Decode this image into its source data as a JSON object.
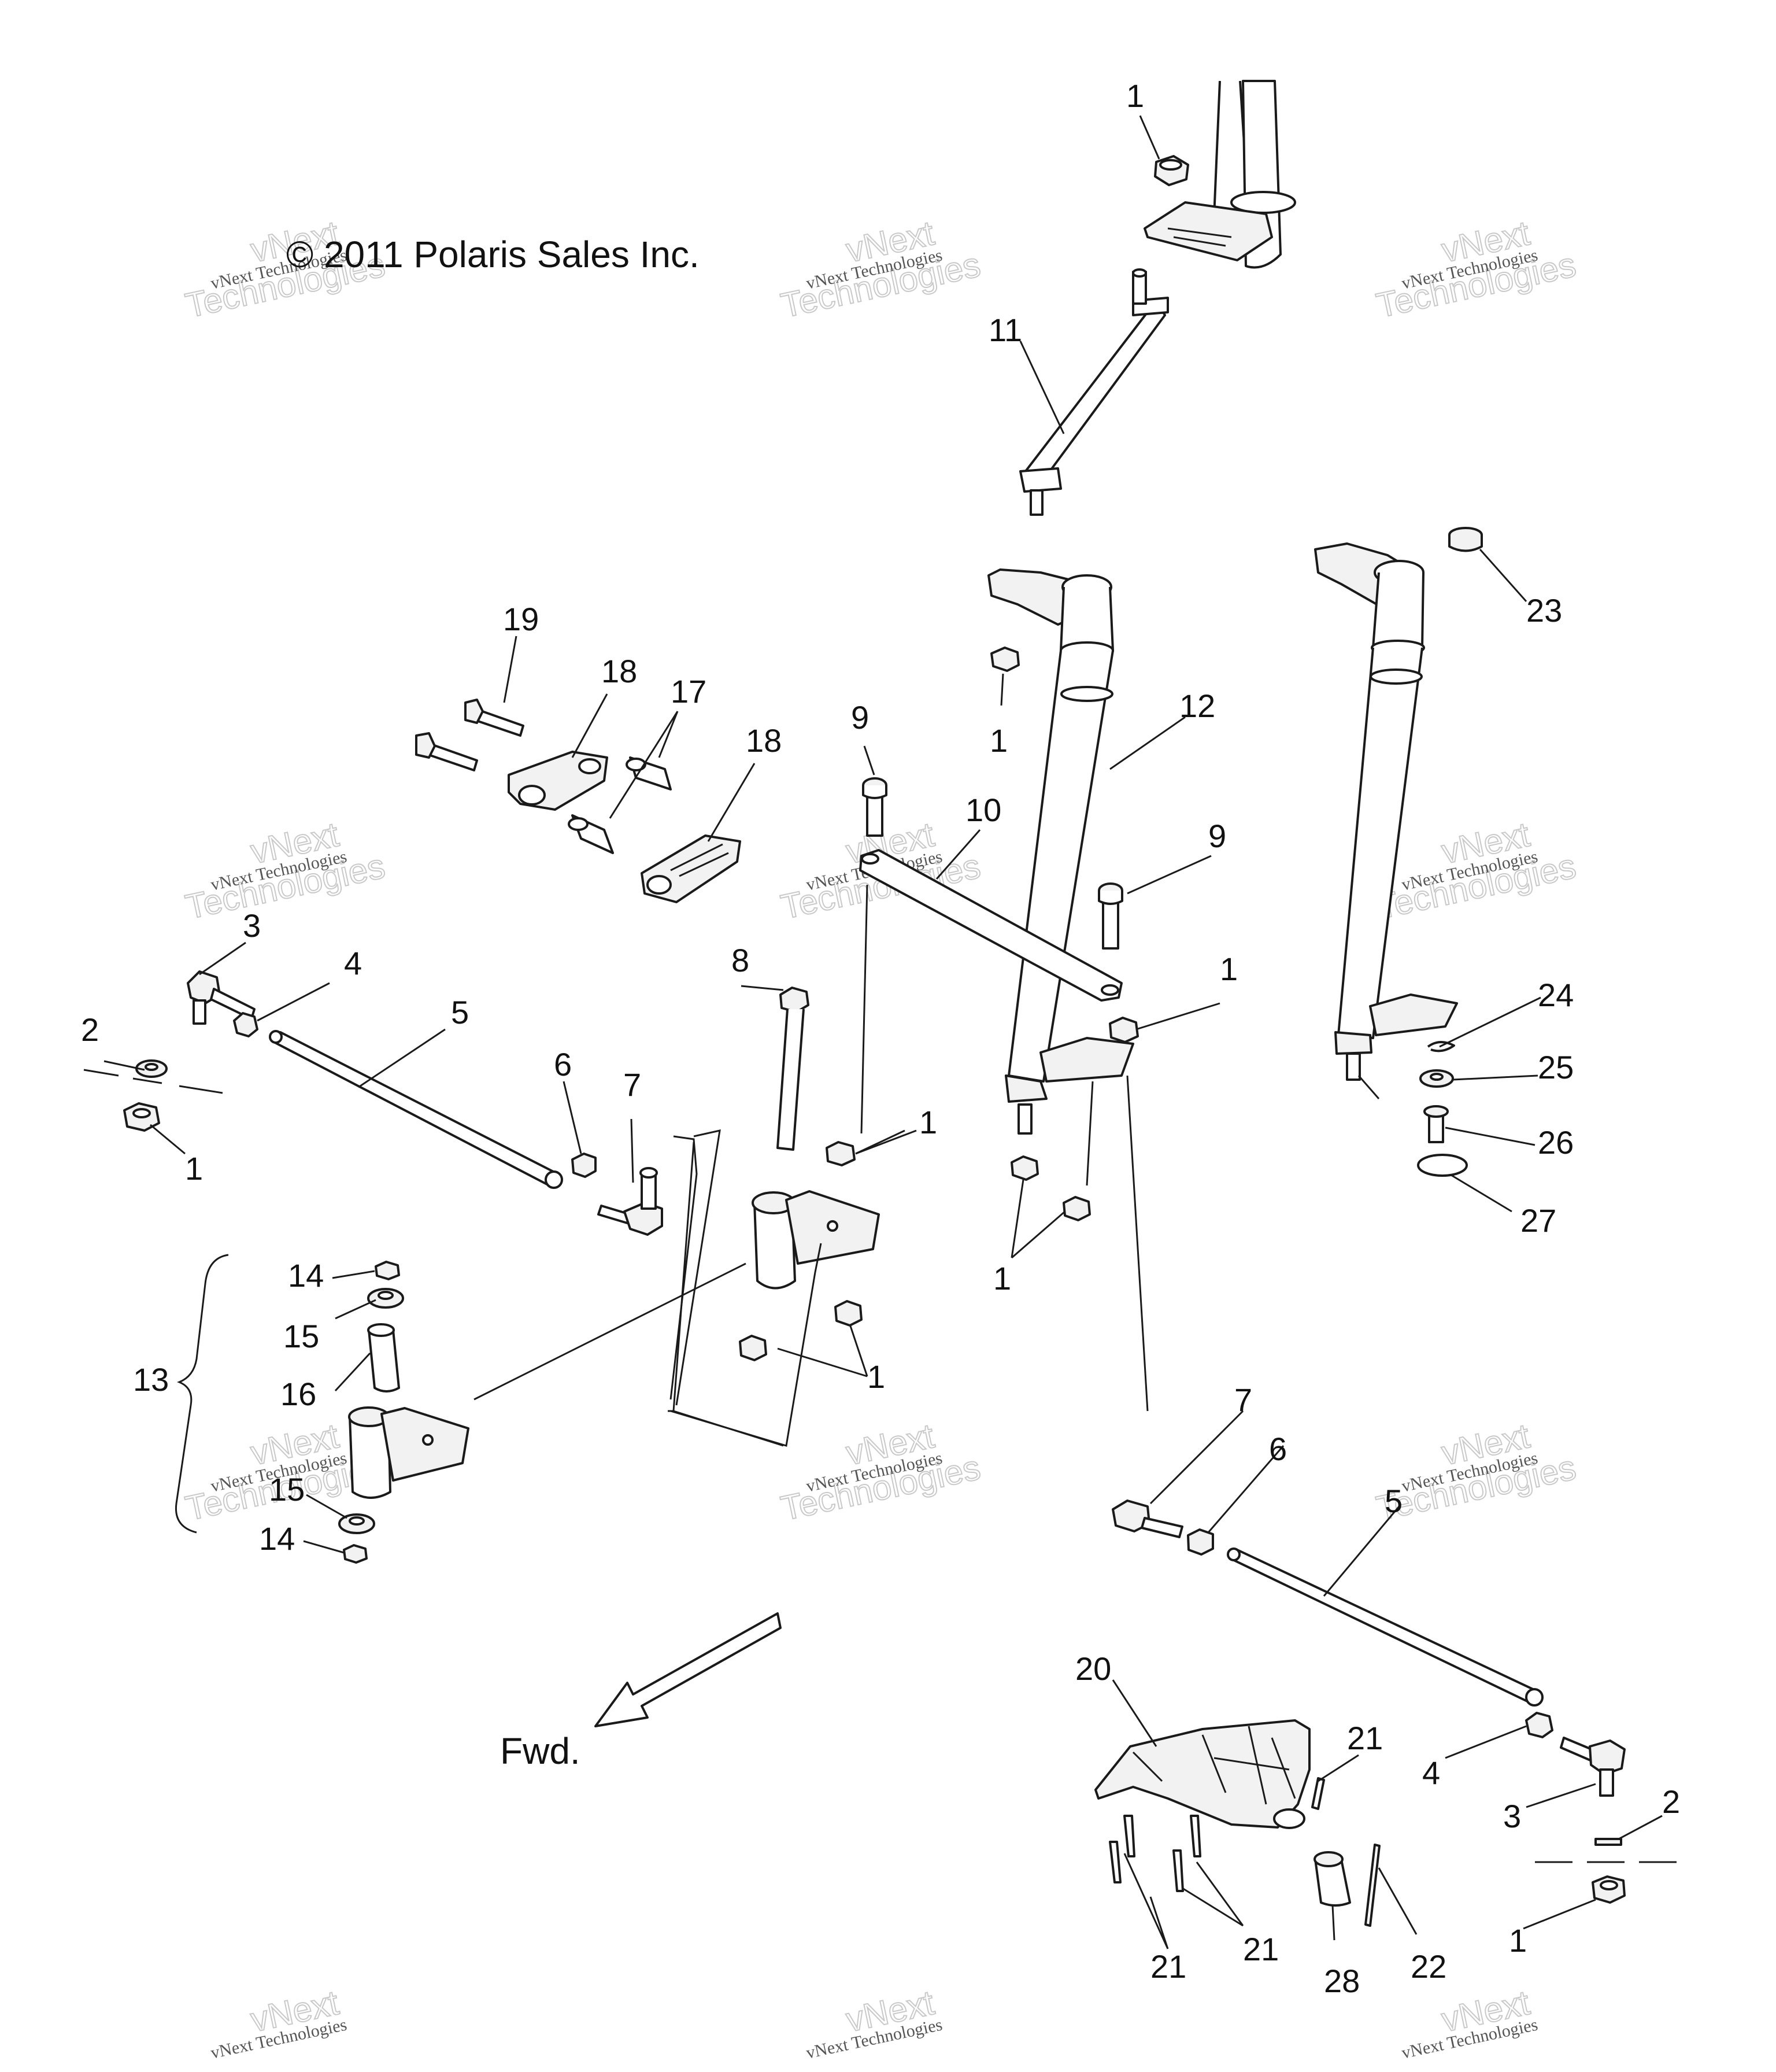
{
  "copyright": "© 2011 Polaris Sales Inc.",
  "direction_label": "Fwd.",
  "watermark": {
    "line1": "vNext",
    "line2": "Technologies",
    "small": "vNext Technologies"
  },
  "callouts": {
    "c1_top": "1",
    "c11": "11",
    "c19": "19",
    "c18_left": "18",
    "c17": "17",
    "c18_right": "18",
    "c9_left": "9",
    "c1_col": "1",
    "c12": "12",
    "c23": "23",
    "c10": "10",
    "c9_right": "9",
    "c3_left": "3",
    "c4_left": "4",
    "c5_left": "5",
    "c2_left": "2",
    "c1_left": "1",
    "c8": "8",
    "c1_brk": "1",
    "c24": "24",
    "c25": "25",
    "c26": "26",
    "c27": "27",
    "c6_left": "6",
    "c7_left": "7",
    "c1_mid": "1",
    "c1_low": "1",
    "c1_pair": "1",
    "c14_top": "14",
    "c15_top": "15",
    "c16": "16",
    "c13": "13",
    "c15_bot": "15",
    "c14_bot": "14",
    "c7_right": "7",
    "c6_right": "6",
    "c5_right": "5",
    "c20": "20",
    "c21_a": "21",
    "c4_right": "4",
    "c3_right": "3",
    "c2_right": "2",
    "c1_right": "1",
    "c21_b": "21",
    "c21_c": "21",
    "c28": "28",
    "c22": "22"
  }
}
